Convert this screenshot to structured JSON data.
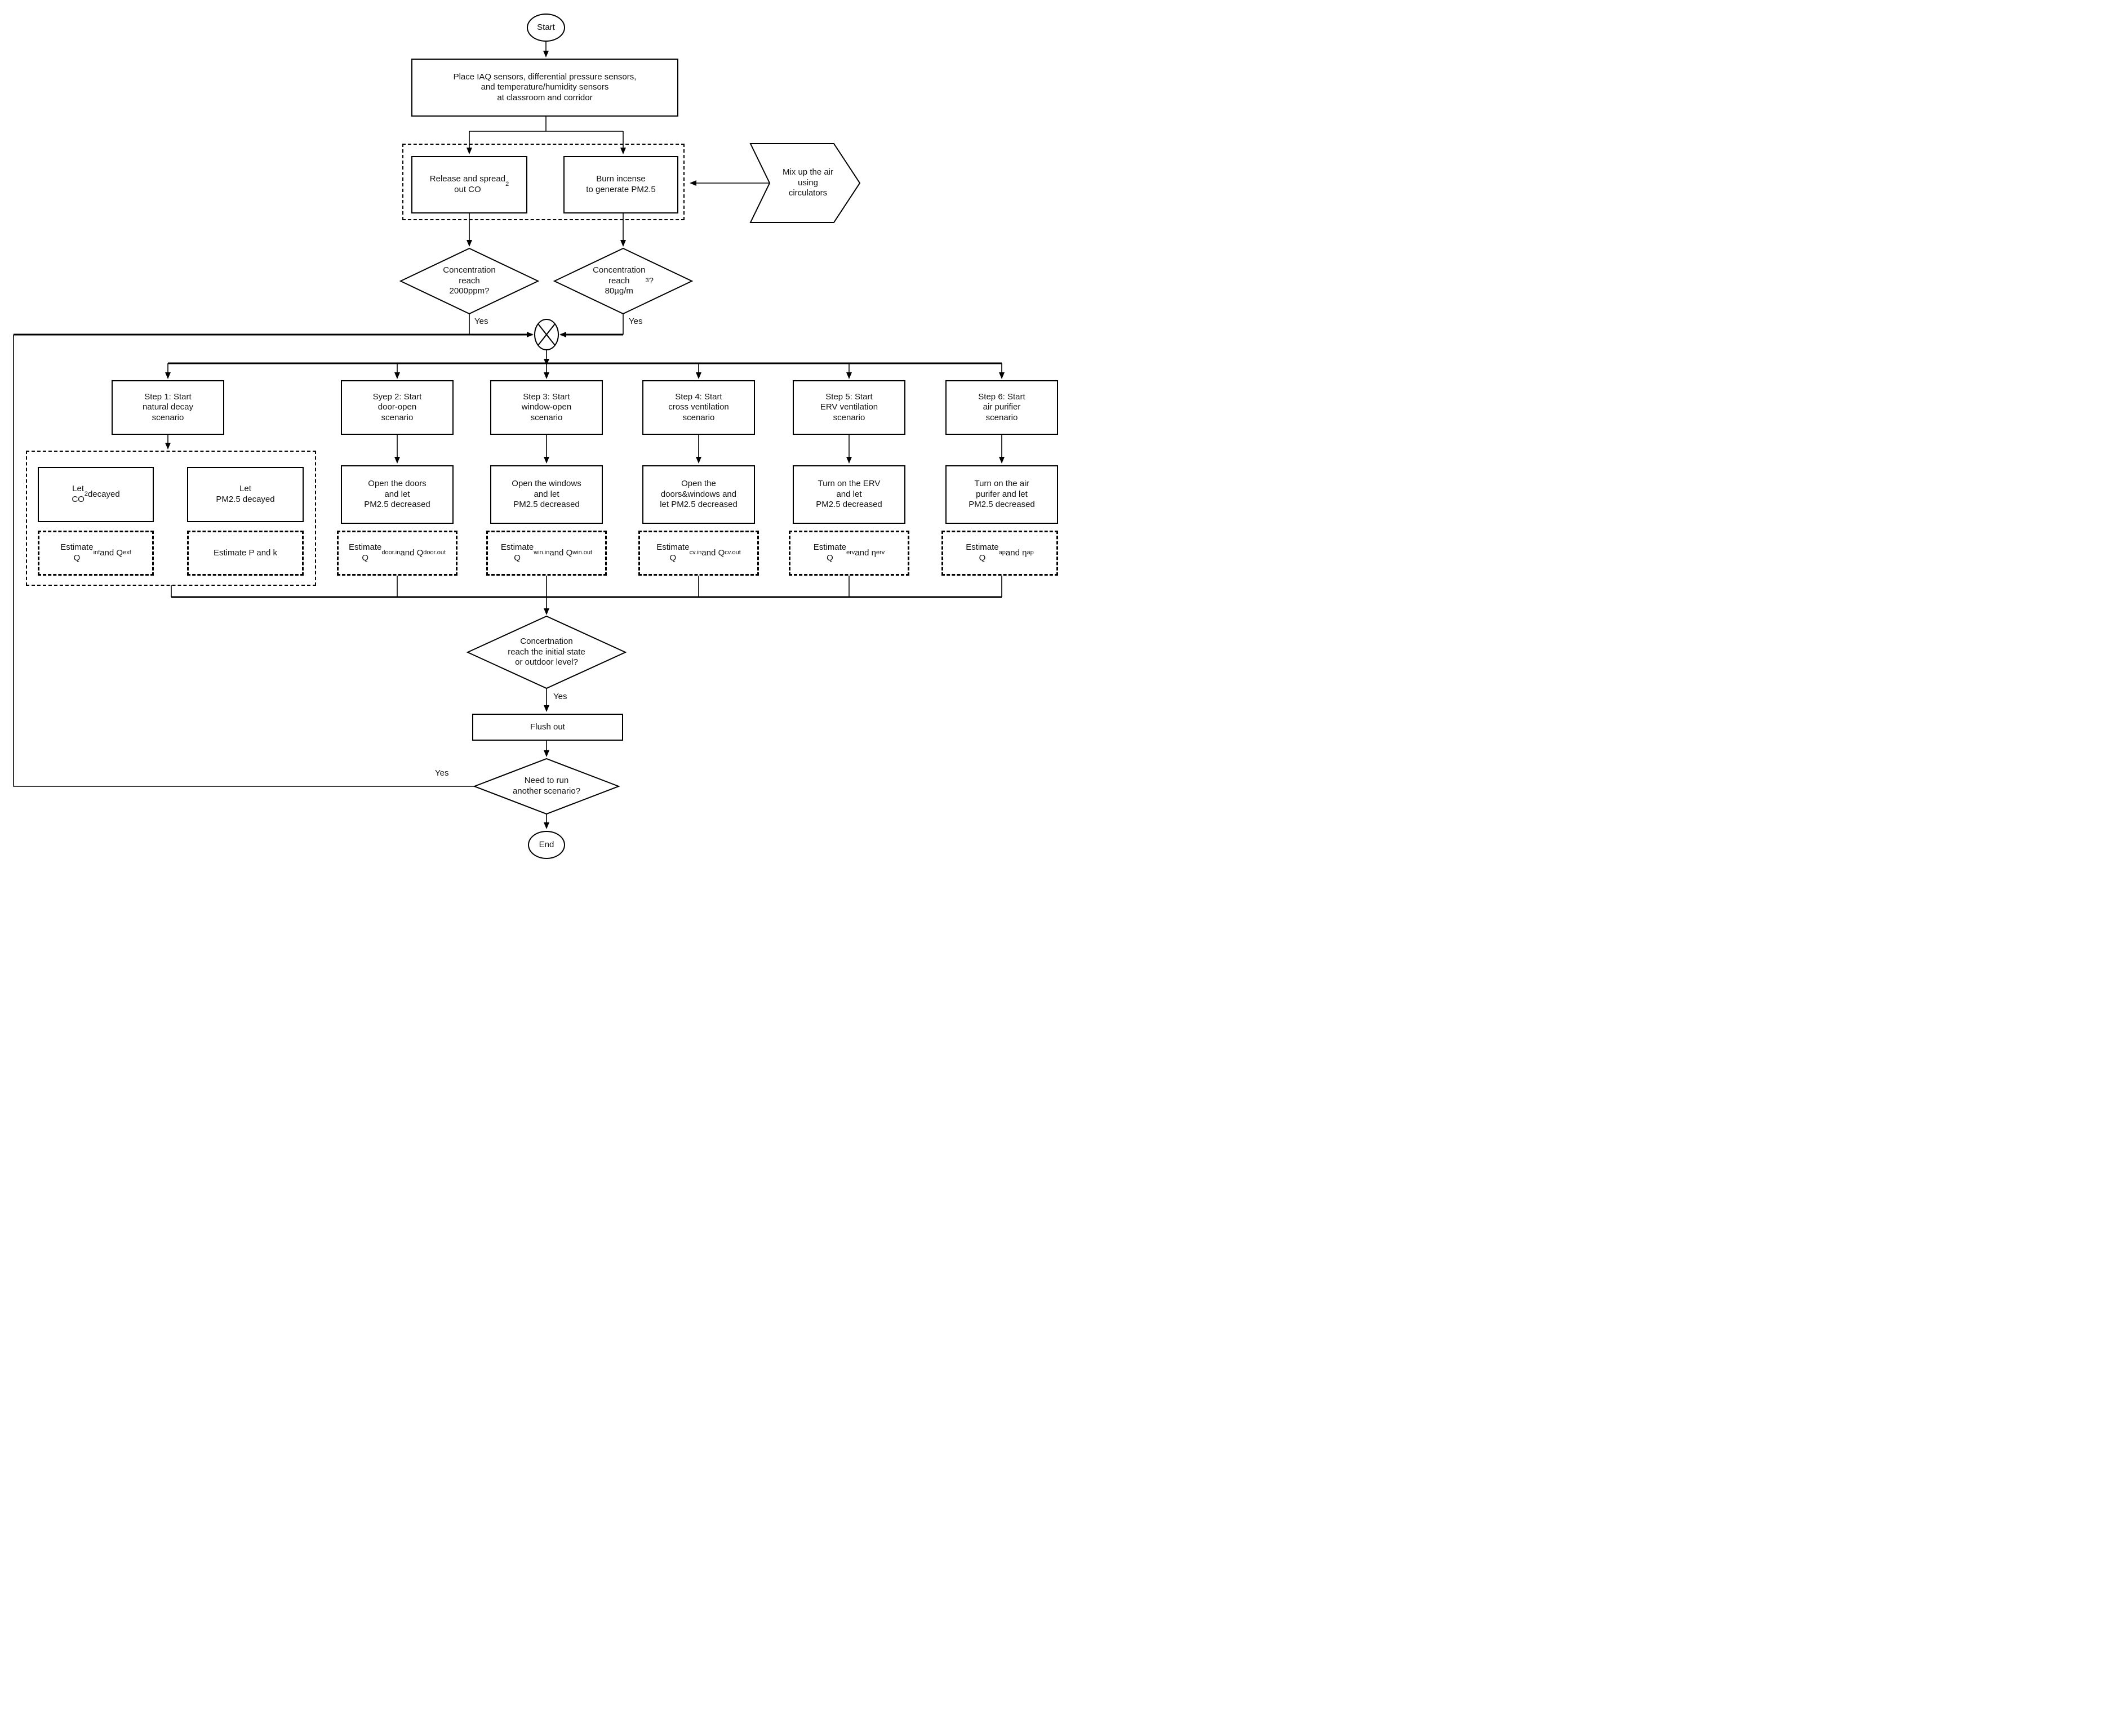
{
  "nodes": {
    "start": "Start",
    "end": "End",
    "place_sensors": "Place IAQ sensors, differential pressure sensors,\nand temperature/humidity sensors\nat classroom and corridor",
    "release_co2": [
      {
        "t": "Release and spread\nout CO"
      },
      {
        "t": "2",
        "s": "sub"
      }
    ],
    "burn_incense": "Burn incense\nto generate PM2.5",
    "mix_air": "Mix up the air\nusing\ncirculators",
    "co2_check": "Concentration\nreach\n2000ppm?",
    "pm_check": [
      {
        "t": "Concentration\nreach\n80µg/m"
      },
      {
        "t": "3",
        "s": "sup"
      },
      {
        "t": "?"
      }
    ],
    "state_check": "Concertnation\nreach the initial state\nor outdoor level?",
    "flush_out": "Flush out",
    "rerun_check": "Need to run\nanother scenario?"
  },
  "labels": {
    "yes": "Yes"
  },
  "steps": [
    {
      "title": "Step 1: Start\nnatural decay\nscenario",
      "let_co2": [
        {
          "t": "Let\nCO"
        },
        {
          "t": "2",
          "s": "sub"
        },
        {
          "t": " decayed"
        }
      ],
      "let_pm": "Let\nPM2.5 decayed",
      "estimate_q": [
        {
          "t": "Estimate\nQ"
        },
        {
          "t": "inf",
          "s": "sub"
        },
        {
          "t": " and Q"
        },
        {
          "t": "exf",
          "s": "sub"
        }
      ],
      "estimate_pk": "Estimate P and k"
    },
    {
      "title": "Syep 2: Start\ndoor-open\nscenario",
      "action": "Open the doors\nand let\nPM2.5 decreased",
      "estimate": [
        {
          "t": "Estimate\nQ"
        },
        {
          "t": "door.in",
          "s": "sub"
        },
        {
          "t": " and Q"
        },
        {
          "t": "door.out",
          "s": "sub"
        }
      ]
    },
    {
      "title": "Step 3: Start\nwindow-open\nscenario",
      "action": "Open the windows\nand let\nPM2.5 decreased",
      "estimate": [
        {
          "t": "Estimate\nQ"
        },
        {
          "t": "win.in",
          "s": "sub"
        },
        {
          "t": " and Q"
        },
        {
          "t": "win.out",
          "s": "sub"
        }
      ]
    },
    {
      "title": "Step 4: Start\ncross ventilation\nscenario",
      "action": "Open the\ndoors&windows and\nlet PM2.5 decreased",
      "estimate": [
        {
          "t": "Estimate\nQ"
        },
        {
          "t": "cv.in",
          "s": "sub"
        },
        {
          "t": " and Q"
        },
        {
          "t": "cv.out",
          "s": "sub"
        }
      ]
    },
    {
      "title": "Step 5: Start\nERV ventilation\nscenario",
      "action": "Turn on the ERV\nand let\nPM2.5 decreased",
      "estimate": [
        {
          "t": "Estimate\nQ"
        },
        {
          "t": "erv",
          "s": "sub"
        },
        {
          "t": " and η"
        },
        {
          "t": "erv",
          "s": "sub"
        }
      ]
    },
    {
      "title": "Step 6: Start\nair purifier\nscenario",
      "action": "Turn on the air\npurifer and let\nPM2.5 decreased",
      "estimate": [
        {
          "t": "Estimate\nQ"
        },
        {
          "t": "ap",
          "s": "sub"
        },
        {
          "t": " and η"
        },
        {
          "t": "ap",
          "s": "sub"
        }
      ]
    }
  ]
}
